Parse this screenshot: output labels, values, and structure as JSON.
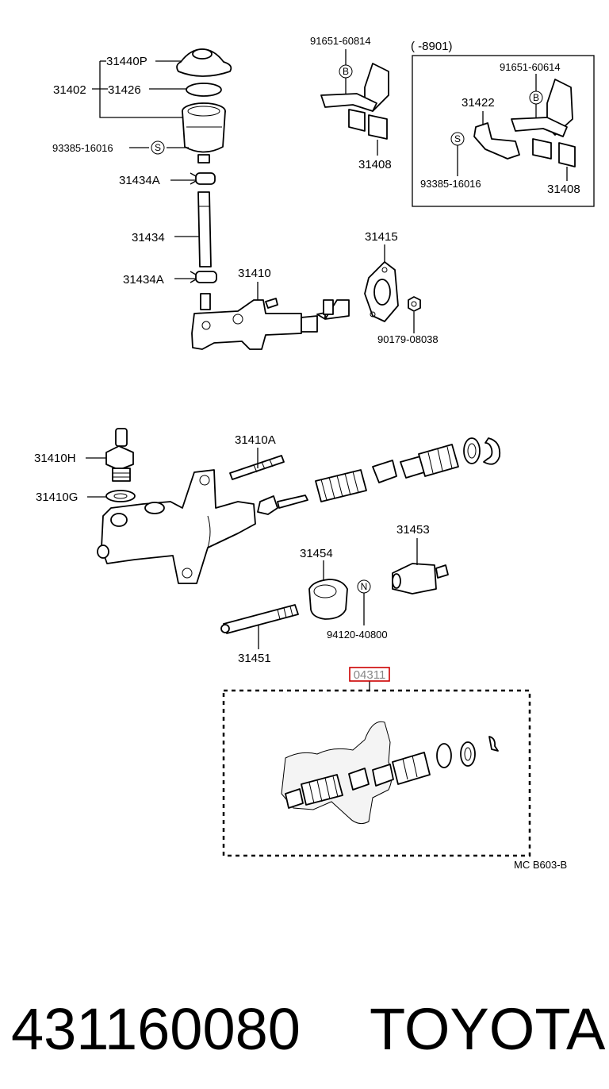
{
  "labels": {
    "p31440P": "31440P",
    "p31402": "31402",
    "p31426": "31426",
    "p93385a": "93385-16016",
    "p31434Aa": "31434A",
    "p31434": "31434",
    "p31434Ab": "31434A",
    "p31410": "31410",
    "p91651a": "91651-60814",
    "p31408a": "31408",
    "inset_range": "(      -8901)",
    "p91651b": "91651-60614",
    "p31422": "31422",
    "p93385b": "93385-16016",
    "p31408b": "31408",
    "p31415": "31415",
    "p90179": "90179-08038",
    "p31410H": "31410H",
    "p31410G": "31410G",
    "p31410A": "31410A",
    "p31454": "31454",
    "p31453": "31453",
    "p94120": "94120-40800",
    "p31451": "31451",
    "p04311": "04311",
    "ref_code": "MC  B603-B"
  },
  "markers": {
    "S": "S",
    "B": "B",
    "N": "N"
  },
  "caption": {
    "part_number": "431160080",
    "brand": "TOYOTA"
  },
  "colors": {
    "highlight_box": "#cc0000",
    "ink": "#000000"
  }
}
